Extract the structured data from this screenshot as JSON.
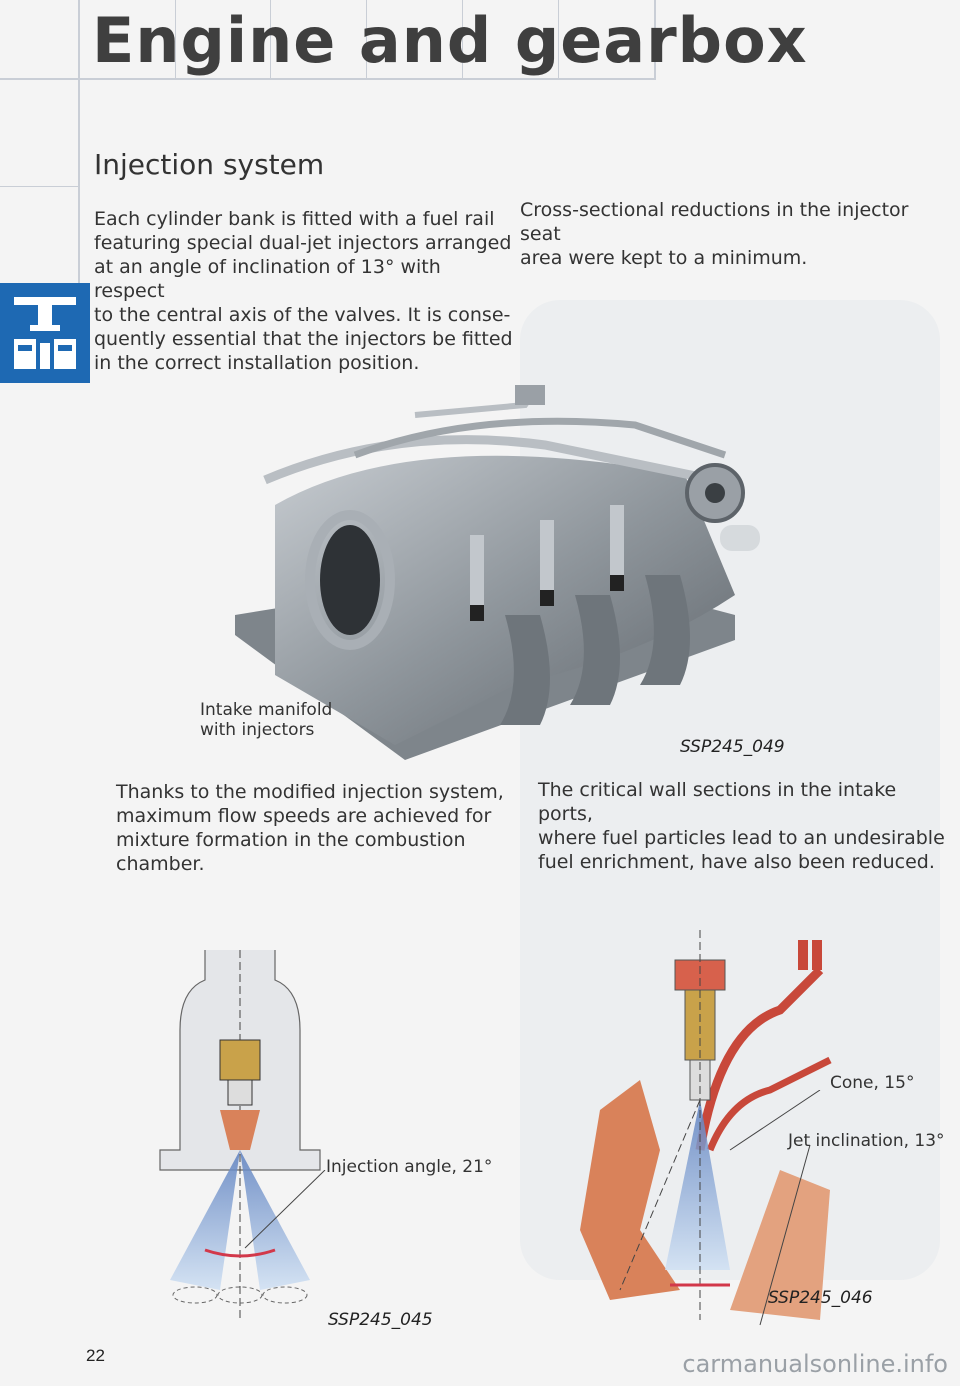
{
  "header": {
    "title": "Engine and gearbox"
  },
  "section": {
    "title": "Injection system"
  },
  "paragraphs": {
    "left_top": [
      "Each cylinder bank is fitted with a fuel rail",
      "featuring special dual-jet injectors arranged",
      "at an angle of inclination of 13° with respect",
      "to the central axis of the valves. It is conse-",
      "quently essential that the injectors be fitted",
      "in the correct installation position."
    ],
    "right_top": [
      "Cross-sectional reductions in the injector seat",
      "area were kept to a minimum."
    ],
    "left_mid": [
      "Thanks to the modified injection system,",
      "maximum flow speeds are achieved for",
      "mixture formation in the combustion",
      "chamber."
    ],
    "right_mid": [
      "The critical wall sections in the intake ports,",
      "where fuel particles lead to an undesirable",
      "fuel enrichment, have also been reduced."
    ]
  },
  "figures": {
    "manifold": {
      "label_line1": "Intake manifold",
      "label_line2": "with injectors",
      "code": "SSP245_049"
    },
    "injector_left": {
      "label": "Injection angle, 21°",
      "code": "SSP245_045"
    },
    "injector_right": {
      "label_cone": "Cone, 15°",
      "label_jet": "Jet inclination, 13°",
      "code": "SSP245_046"
    }
  },
  "footer": {
    "page_number": "22",
    "watermark": "carmanualsonline.info"
  },
  "colors": {
    "tab_blue": "#1e69b3",
    "header_grid": "#c9ced6",
    "metal": "#8f969c",
    "port_orange": "#d9825a",
    "spray_blue": "#7fa6d6",
    "wall_red": "#c8483a"
  }
}
